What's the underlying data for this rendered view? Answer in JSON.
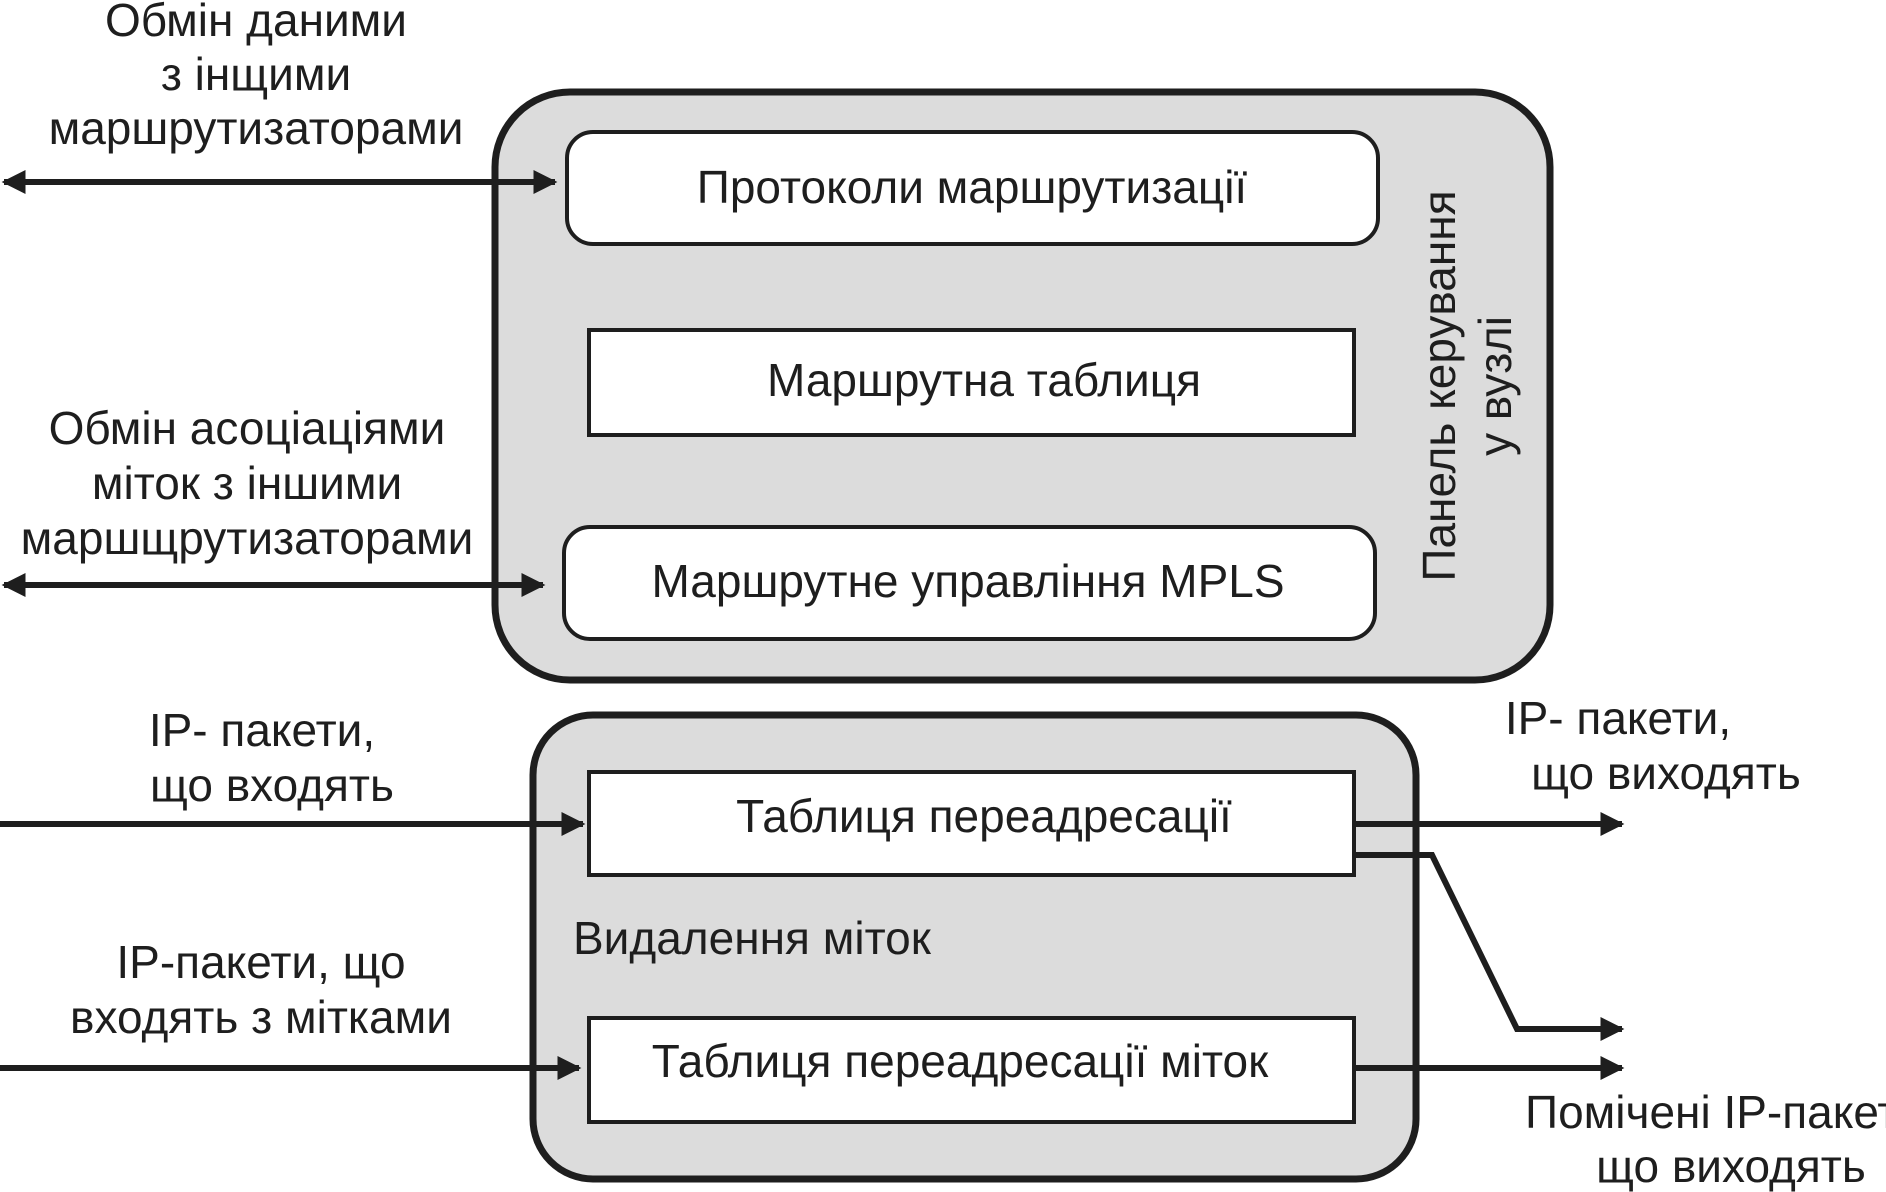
{
  "control_plane": {
    "title_line1": "Панель керування",
    "title_line2": "у вузлі",
    "routing_protocols": "Протоколи маршрутизації",
    "routing_table": "Маршрутна таблиця",
    "mpls_control": "Маршрутне управління MPLS"
  },
  "data_plane": {
    "forwarding_table": "Таблиця переадресації",
    "label_removal": "Видалення міток",
    "label_forwarding_table": "Таблиця переадресації міток"
  },
  "external": {
    "exchange_data": [
      "Обмін даними",
      "з інщими",
      "маршрутизаторами"
    ],
    "exchange_labels": [
      "Обмін асоціаціями",
      "міток з іншими",
      "маршщрутизаторами"
    ],
    "ip_in": [
      "IP- пакети,",
      "що входять"
    ],
    "ip_labeled_in": [
      "IP-пакети, що",
      "входять з мітками"
    ],
    "ip_out": [
      "IP- пакети,",
      "що виходять"
    ],
    "labeled_out": [
      "Помічені IP-пакети,",
      "що виходять"
    ]
  },
  "colors": {
    "panel_fill": "#dcdcdc",
    "stroke": "#1e1e1e",
    "box_fill": "#ffffff"
  }
}
